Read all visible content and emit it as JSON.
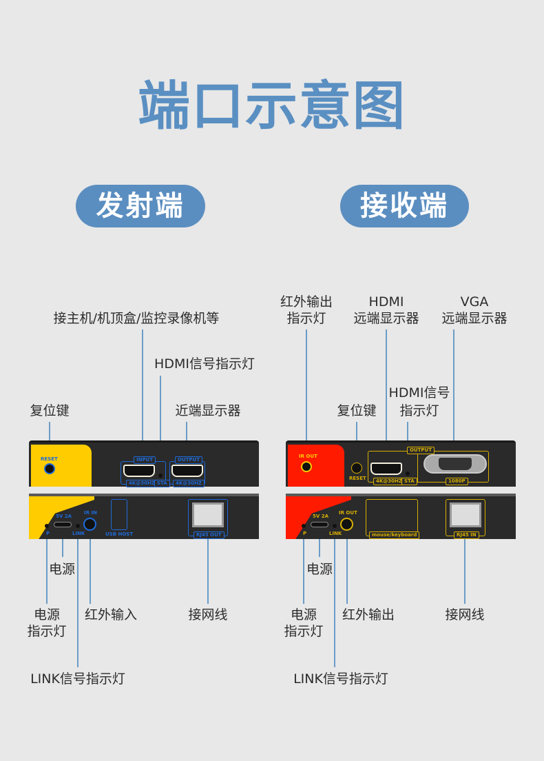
{
  "title": "端口示意图",
  "sender": {
    "heading": "发射端",
    "labels": {
      "source": "接主机/机顶盒/监控录像机等",
      "hdmi_led": "HDMI信号指示灯",
      "reset": "复位键",
      "local_display": "近端显示器",
      "power": "电源",
      "power_led_1": "电源",
      "power_led_2": "指示灯",
      "ir_in": "红外输入",
      "network": "接网线",
      "link_led": "LINK信号指示灯"
    },
    "device": {
      "reset": "RESET",
      "input": "INPUT",
      "output": "OUTPUT",
      "res1": "4K@30HZ",
      "sta": "STA",
      "res2": "4K@30HZ",
      "power": "5V 2A",
      "ir": "IR IN",
      "p": "P",
      "link": "LINK",
      "usb": "USB HOST",
      "rj45": "RJ45 OUT"
    },
    "accent": "#ffcc00",
    "port_color": "#1e6ad8"
  },
  "receiver": {
    "heading": "接收端",
    "labels": {
      "ir_led_1": "红外输出",
      "ir_led_2": "指示灯",
      "hdmi_1": "HDMI",
      "hdmi_2": "远端显示器",
      "vga_1": "VGA",
      "vga_2": "远端显示器",
      "reset": "复位键",
      "hdmi_led_1": "HDMI信号",
      "hdmi_led_2": "指示灯",
      "power": "电源",
      "power_led_1": "电源",
      "power_led_2": "指示灯",
      "ir_out": "红外输出",
      "network": "接网线",
      "link_led": "LINK信号指示灯"
    },
    "device": {
      "ir_out": "IR OUT",
      "reset": "RESET",
      "output": "OUTPUT",
      "res": "4K@30HZ",
      "sta": "STA",
      "vga_res": "1080P",
      "power": "5V 2A",
      "ir": "IR OUT",
      "p": "P",
      "link": "LINK",
      "usb": "mouse/keyboard",
      "rj45": "RJ45 IN"
    },
    "accent": "#ff1a00",
    "port_color": "#d8b000"
  }
}
